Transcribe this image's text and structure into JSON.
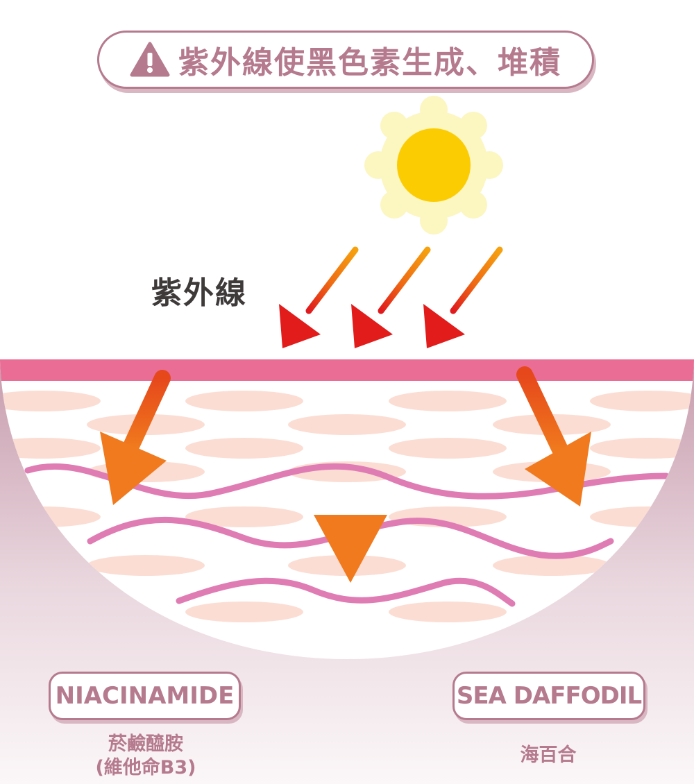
{
  "title": {
    "text": "紫外線使黑色素生成、堆積",
    "icon": "warning-triangle-icon"
  },
  "uv_label": "紫外線",
  "ingredients": [
    {
      "name": "NIACINAMIDE",
      "line1": "菸鹼醯胺",
      "line2": "(維他命B3)"
    },
    {
      "name": "SEA DAFFODIL",
      "line1": "海百合"
    }
  ],
  "colors": {
    "accent": "#b57a8d",
    "skin_surface": "#e96d95",
    "fibers": "#e07cb4",
    "cells": "#fbddd3",
    "sun_core": "#fccc03",
    "sun_glow": "#fcf6c0",
    "arrow_orange": "#ef7a1e",
    "arrow_red": "#e21b1b"
  }
}
